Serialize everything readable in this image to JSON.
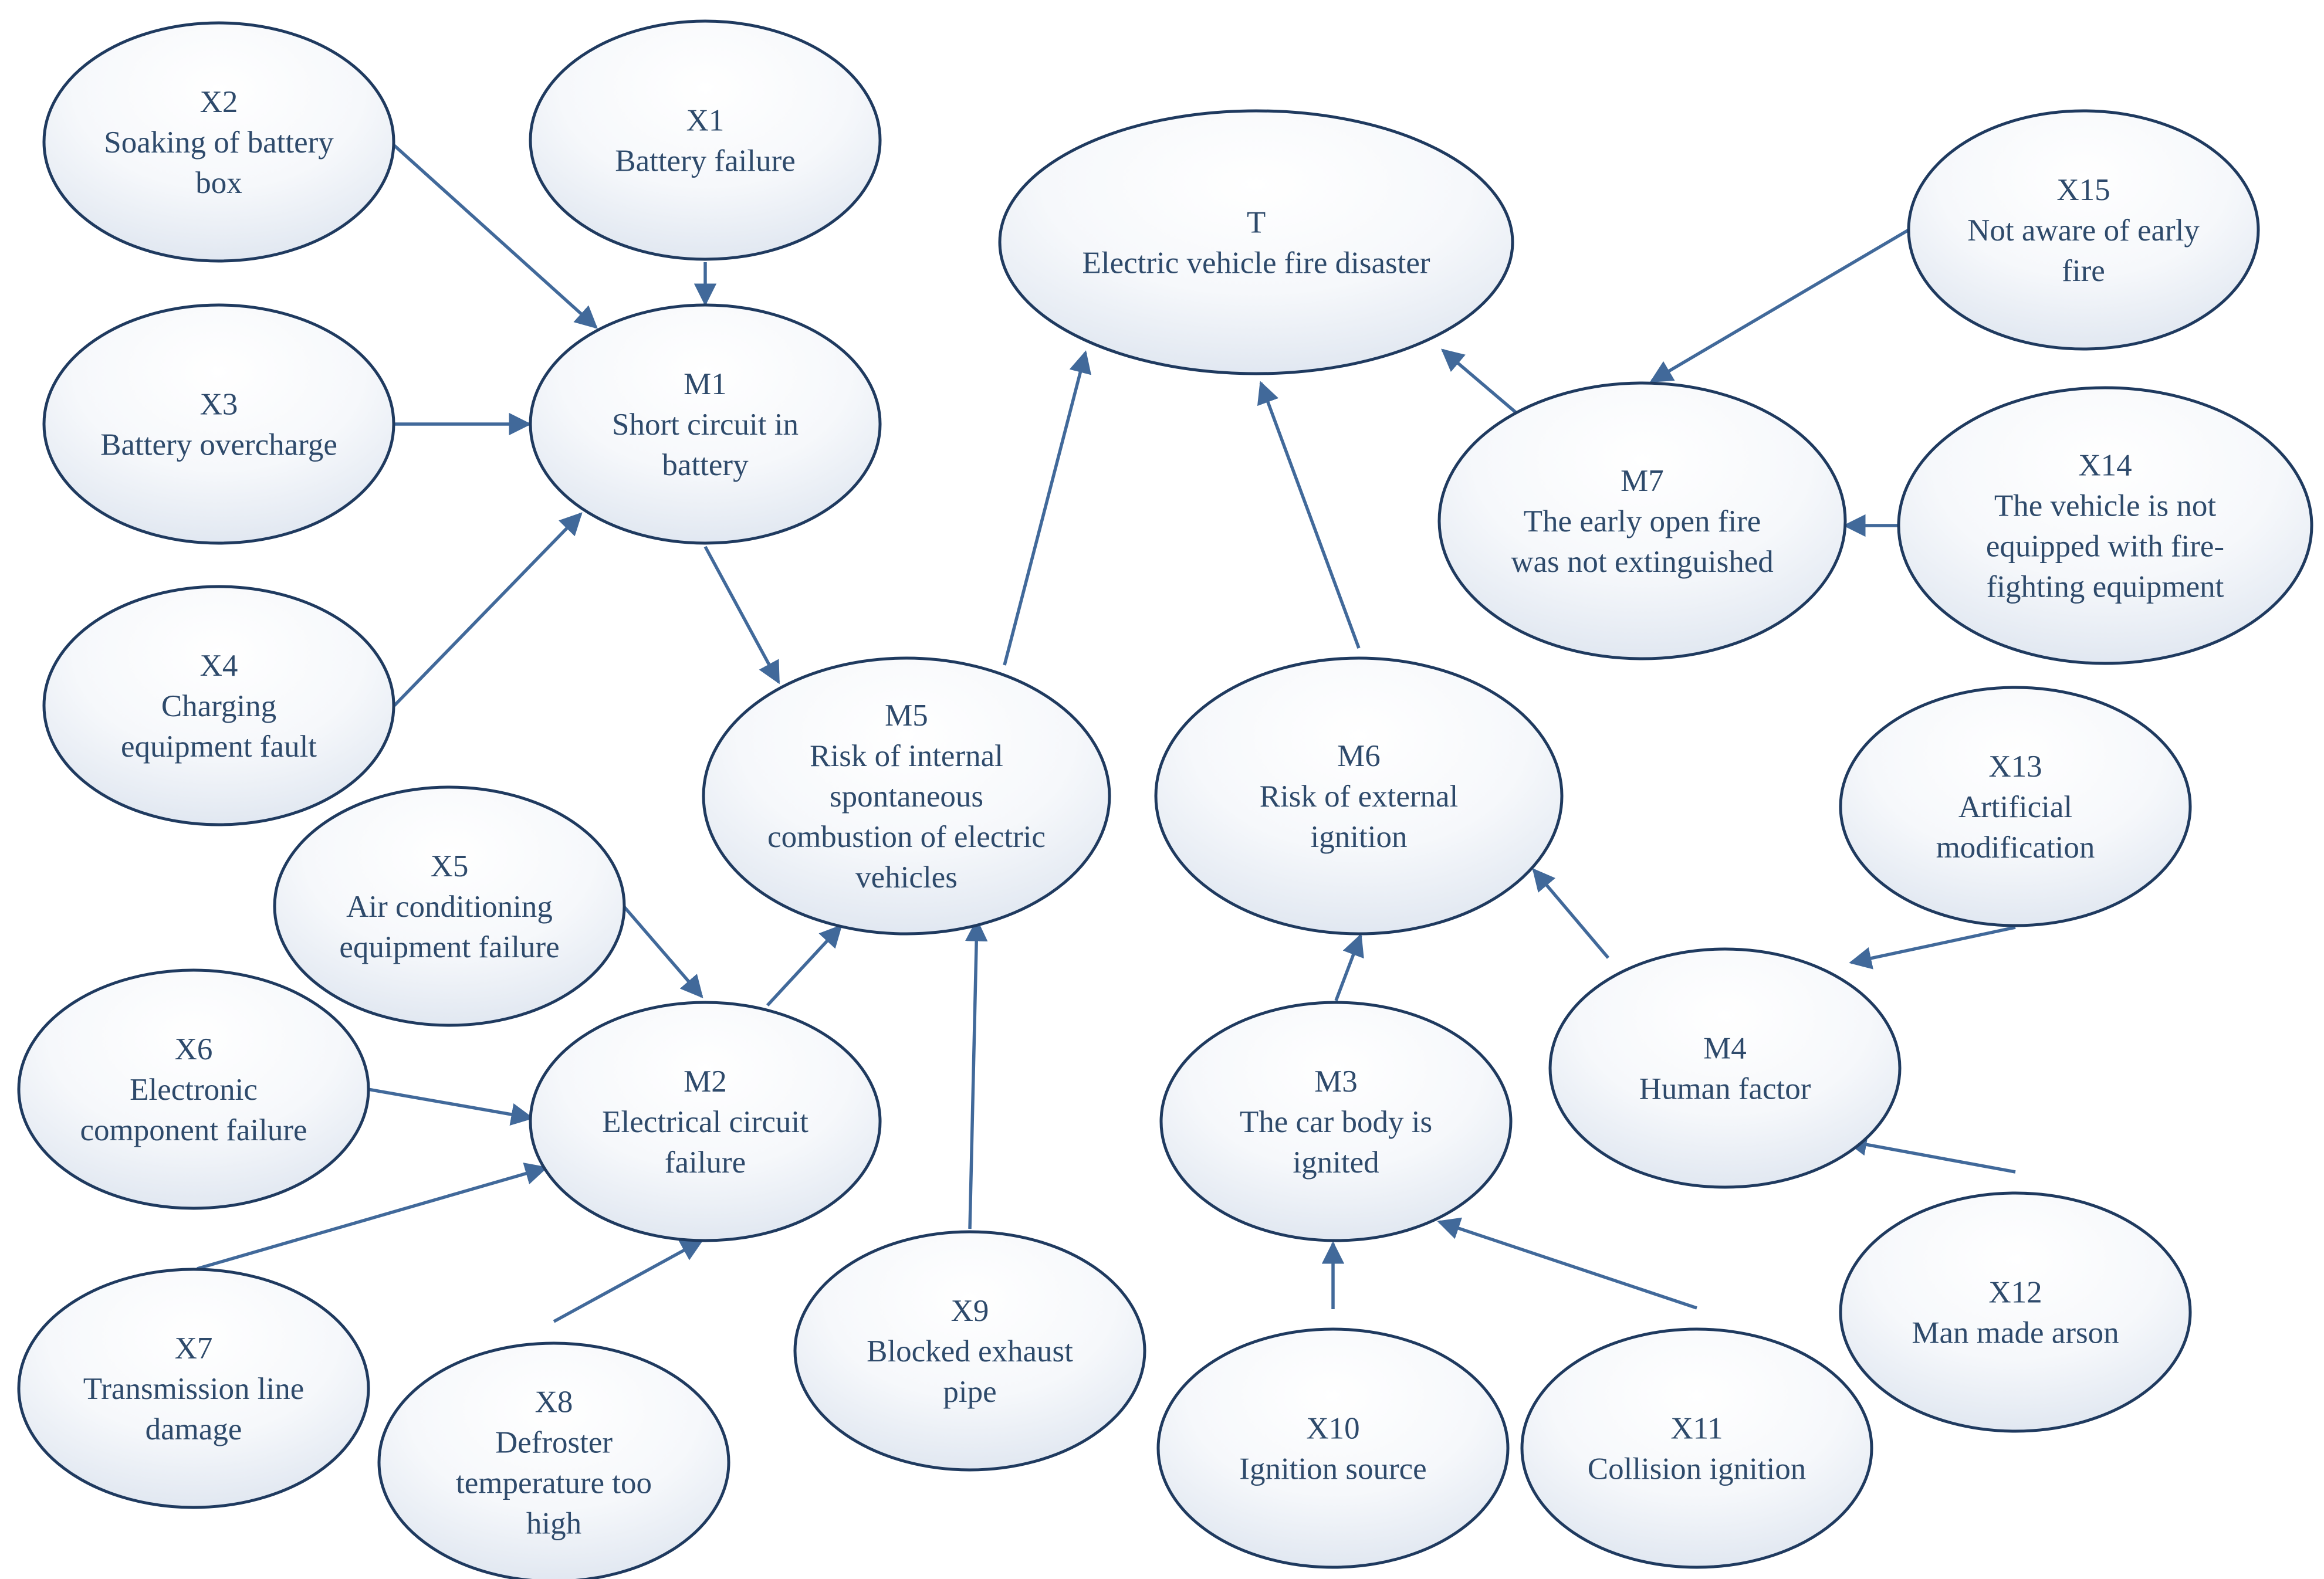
{
  "nodes": [
    {
      "id": "T",
      "lines": [
        "T",
        "Electric vehicle fire disaster"
      ]
    },
    {
      "id": "M1",
      "lines": [
        "M1",
        "Short circuit in",
        "battery"
      ]
    },
    {
      "id": "M2",
      "lines": [
        "M2",
        "Electrical circuit",
        "failure"
      ]
    },
    {
      "id": "M3",
      "lines": [
        "M3",
        "The car body is",
        "ignited"
      ]
    },
    {
      "id": "M4",
      "lines": [
        "M4",
        "Human factor"
      ]
    },
    {
      "id": "M5",
      "lines": [
        "M5",
        "Risk of internal",
        "spontaneous",
        "combustion of electric",
        "vehicles"
      ]
    },
    {
      "id": "M6",
      "lines": [
        "M6",
        "Risk of external",
        "ignition"
      ]
    },
    {
      "id": "M7",
      "lines": [
        "M7",
        "The early open fire",
        "was not extinguished"
      ]
    },
    {
      "id": "X1",
      "lines": [
        "X1",
        "Battery failure"
      ]
    },
    {
      "id": "X2",
      "lines": [
        "X2",
        "Soaking of battery",
        "box"
      ]
    },
    {
      "id": "X3",
      "lines": [
        "X3",
        "Battery overcharge"
      ]
    },
    {
      "id": "X4",
      "lines": [
        "X4",
        "Charging",
        "equipment fault"
      ]
    },
    {
      "id": "X5",
      "lines": [
        "X5",
        "Air conditioning",
        "equipment failure"
      ]
    },
    {
      "id": "X6",
      "lines": [
        "X6",
        "Electronic",
        "component failure"
      ]
    },
    {
      "id": "X7",
      "lines": [
        "X7",
        "Transmission line",
        "damage"
      ]
    },
    {
      "id": "X8",
      "lines": [
        "X8",
        "Defroster",
        "temperature too",
        "high"
      ]
    },
    {
      "id": "X9",
      "lines": [
        "X9",
        "Blocked exhaust",
        "pipe"
      ]
    },
    {
      "id": "X10",
      "lines": [
        "X10",
        "Ignition source"
      ]
    },
    {
      "id": "X11",
      "lines": [
        "X11",
        "Collision ignition"
      ]
    },
    {
      "id": "X12",
      "lines": [
        "X12",
        "Man made arson"
      ]
    },
    {
      "id": "X13",
      "lines": [
        "X13",
        "Artificial",
        "modification"
      ]
    },
    {
      "id": "X14",
      "lines": [
        "X14",
        "The vehicle is not",
        "equipped with fire-",
        "fighting equipment"
      ]
    },
    {
      "id": "X15",
      "lines": [
        "X15",
        "Not aware of early",
        "fire"
      ]
    }
  ],
  "edges": [
    {
      "from": "X2",
      "to": "M1"
    },
    {
      "from": "X1",
      "to": "M1"
    },
    {
      "from": "X3",
      "to": "M1"
    },
    {
      "from": "X4",
      "to": "M1"
    },
    {
      "from": "M1",
      "to": "M5"
    },
    {
      "from": "X5",
      "to": "M2"
    },
    {
      "from": "X6",
      "to": "M2"
    },
    {
      "from": "X7",
      "to": "M2"
    },
    {
      "from": "X8",
      "to": "M2"
    },
    {
      "from": "M2",
      "to": "M5"
    },
    {
      "from": "X9",
      "to": "M5"
    },
    {
      "from": "M5",
      "to": "T"
    },
    {
      "from": "M6",
      "to": "T"
    },
    {
      "from": "M7",
      "to": "T"
    },
    {
      "from": "X15",
      "to": "M7"
    },
    {
      "from": "X14",
      "to": "M7"
    },
    {
      "from": "M3",
      "to": "M6"
    },
    {
      "from": "M4",
      "to": "M6"
    },
    {
      "from": "X10",
      "to": "M3"
    },
    {
      "from": "X11",
      "to": "M3"
    },
    {
      "from": "X13",
      "to": "M4"
    },
    {
      "from": "X12",
      "to": "M4"
    }
  ],
  "colors": {
    "node_stroke": "#1f3a5f",
    "node_fill_top": "#ffffff",
    "node_fill_bottom": "#e4eaf2",
    "edge": "#41699a",
    "text": "#2e4a6b"
  }
}
